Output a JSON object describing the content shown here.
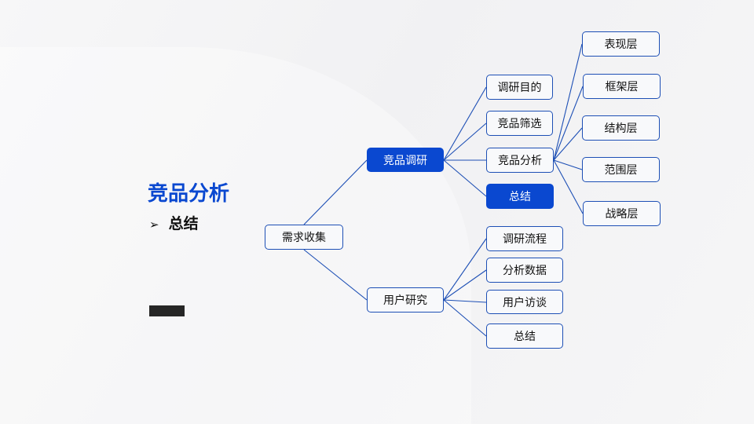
{
  "title": "竞品分析",
  "subtitle": {
    "bullet": "➢",
    "text": "总结"
  },
  "colors": {
    "accent": "#0a48d0",
    "line": "#1d4fb5"
  },
  "mindmap": {
    "root": "需求收集",
    "branches": [
      {
        "label": "竞品调研",
        "highlighted": true,
        "children": [
          {
            "label": "调研目的"
          },
          {
            "label": "竞品筛选"
          },
          {
            "label": "竞品分析",
            "children": [
              "表现层",
              "框架层",
              "结构层",
              "范围层",
              "战略层"
            ]
          },
          {
            "label": "总结",
            "highlighted": true
          }
        ]
      },
      {
        "label": "用户研究",
        "children": [
          {
            "label": "调研流程"
          },
          {
            "label": "分析数据"
          },
          {
            "label": "用户访谈"
          },
          {
            "label": "总结"
          }
        ]
      }
    ]
  }
}
